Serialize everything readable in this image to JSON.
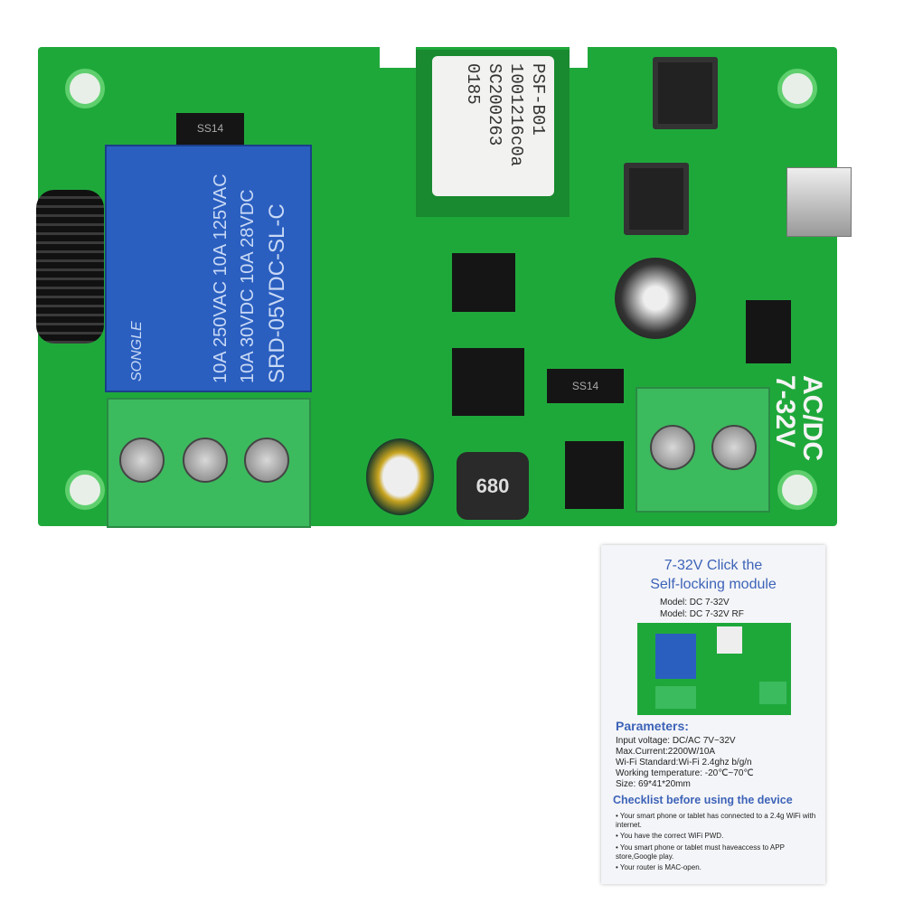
{
  "relay": {
    "brand": "SONGLE",
    "rating_line1": "10A 250VAC  10A 125VAC",
    "rating_line2": "10A 30VDC  10A 28VDC",
    "model": "SRD-05VDC-SL-C"
  },
  "wifi_module": {
    "lines": [
      "PSF-B01",
      "1001216c0a",
      "SC200263",
      "0185"
    ]
  },
  "components": {
    "diode_label": "SS14",
    "inductor_label": "680"
  },
  "silkscreen": {
    "line1": "AC/DC",
    "line2": "7-32V"
  },
  "colors": {
    "pcb": "#1fa83a",
    "relay": "#2a5fc0",
    "terminal": "#3cba5e",
    "manual_heading": "#3d63b8"
  },
  "manual": {
    "title_line1": "7-32V Click the",
    "title_line2": "Self-locking module",
    "models": [
      "Model:  DC 7-32V",
      "Model:  DC 7-32V RF"
    ],
    "parameters_heading": "Parameters:",
    "parameters": [
      "Input voltage:  DC/AC 7V~32V",
      "Max.Current:2200W/10A",
      "Wi-Fi Standard:Wi-Fi 2.4ghz b/g/n",
      "Working temperature: -20℃~70℃",
      "Size: 69*41*20mm"
    ],
    "checklist_heading": "Checklist before using the device",
    "checklist": [
      "Your smart phone or tablet has connected to a 2.4g WiFi with internet.",
      "You have the correct WiFi PWD.",
      "You smart phone or tablet must haveaccess to APP store,Google play.",
      "Your router is MAC-open."
    ]
  }
}
